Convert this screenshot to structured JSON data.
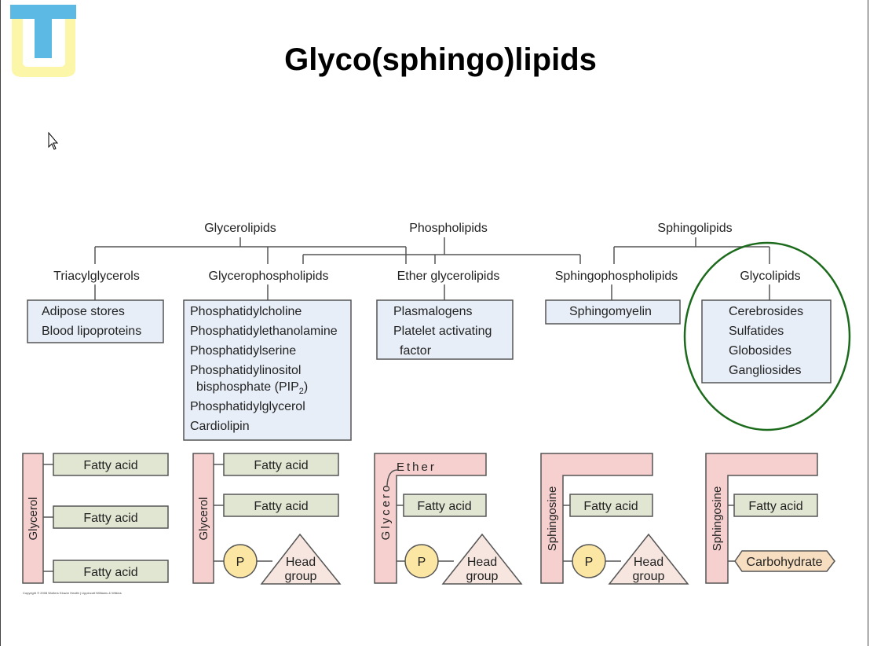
{
  "slide": {
    "title": "Glyco(sphingo)lipids",
    "logo_letter": "U",
    "copyright": "Copyright © 2008 Wolters Kluwer Health | Lippincott Williams & Wilkins"
  },
  "diagram": {
    "top_categories": [
      "Glycerolipids",
      "Phospholipids",
      "Sphingolipids"
    ],
    "subcategories": [
      "Triacylglycerols",
      "Glycerophospholipids",
      "Ether glycerolipids",
      "Sphingophospholipids",
      "Glycolipids"
    ],
    "examples": {
      "triacylglycerols": [
        "Adipose stores",
        "Blood lipoproteins"
      ],
      "glycerophospholipids": [
        "Phosphatidylcholine",
        "Phosphatidylethanolamine",
        "Phosphatidylserine",
        "Phosphatidylinositol",
        "bisphosphate (PIP",
        "2",
        ")",
        "Phosphatidylglycerol",
        "Cardiolipin"
      ],
      "ether_glycerolipids": [
        "Plasmalogens",
        "Platelet activating",
        "factor"
      ],
      "sphingophospholipids": [
        "Sphingomyelin"
      ],
      "glycolipids": [
        "Cerebrosides",
        "Sulfatides",
        "Globosides",
        "Gangliosides"
      ]
    },
    "highlighted": "Glycolipids",
    "structures": {
      "backbones": [
        "Glycerol",
        "Glycerol",
        "Glycero",
        "Sphingosine",
        "Sphingosine"
      ],
      "fatty_acid": "Fatty acid",
      "ether": "Ether",
      "phosphate": "P",
      "head_group_line1": "Head",
      "head_group_line2": "group",
      "carbohydrate": "Carbohydrate"
    },
    "colors": {
      "blue_box": "#E7EEF7",
      "pink_backbone": "#F6CFCF",
      "green_box": "#E1E6D2",
      "phosphate": "#FBE7A3",
      "head_group": "#F6E6DF",
      "circle_highlight": "#1C6A1C"
    }
  }
}
